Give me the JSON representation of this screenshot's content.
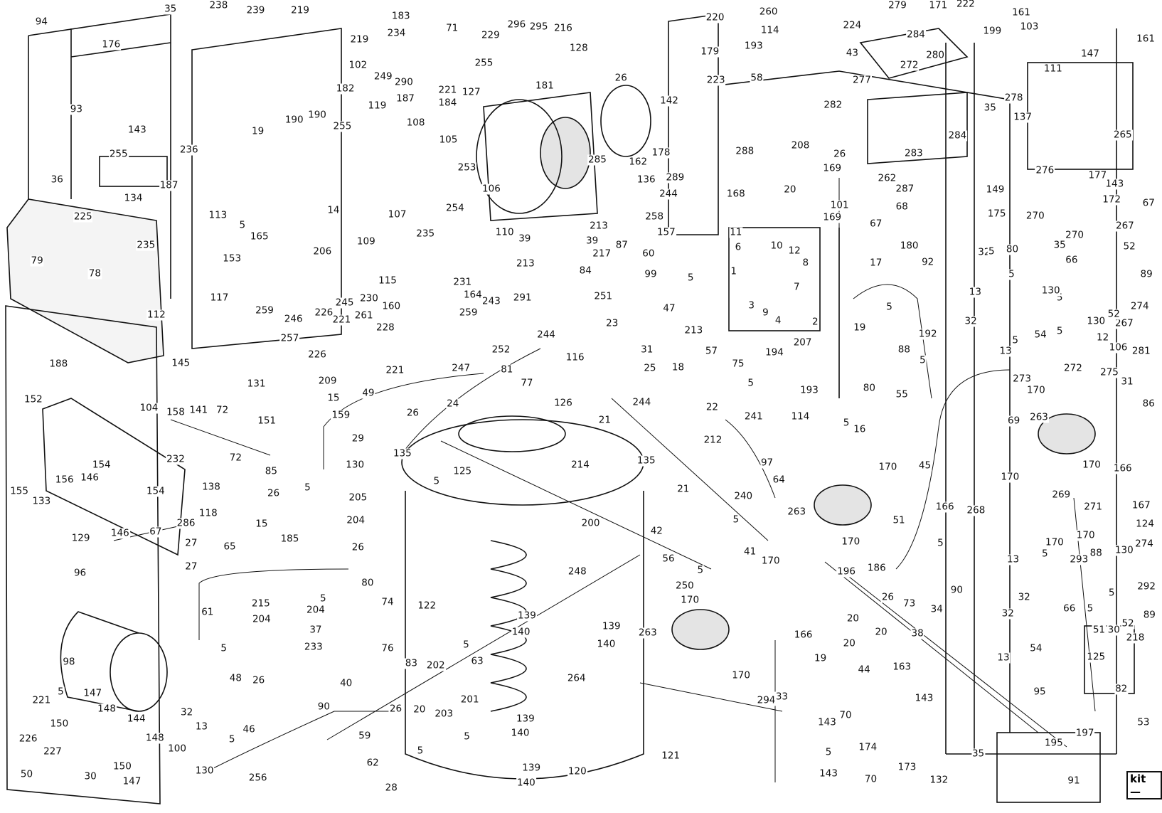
{
  "title_badge": "kit —",
  "labels": [
    "94",
    "35",
    "238",
    "239",
    "219",
    "219",
    "176",
    "93",
    "143",
    "255",
    "134",
    "187",
    "36",
    "225",
    "79",
    "78",
    "112",
    "113",
    "5",
    "235",
    "153",
    "165",
    "117",
    "259",
    "246",
    "206",
    "14",
    "109",
    "236",
    "19",
    "190",
    "190",
    "255",
    "182",
    "119",
    "108",
    "187",
    "249",
    "102",
    "234",
    "183",
    "71",
    "229",
    "296",
    "295",
    "216",
    "255",
    "290",
    "221",
    "184",
    "127",
    "128",
    "181",
    "105",
    "253",
    "254",
    "106",
    "107",
    "235",
    "110",
    "39",
    "39",
    "213",
    "217",
    "87",
    "84",
    "99",
    "164",
    "231",
    "291",
    "213",
    "115",
    "230",
    "245",
    "160",
    "261",
    "228",
    "221",
    "226",
    "257",
    "226",
    "221",
    "247",
    "81",
    "243",
    "252",
    "259",
    "244",
    "26",
    "142",
    "178",
    "162",
    "285",
    "179",
    "220",
    "136",
    "244",
    "258",
    "157",
    "60",
    "5",
    "47",
    "251",
    "23",
    "213",
    "31",
    "18",
    "57",
    "75",
    "116",
    "25",
    "244",
    "22",
    "212",
    "21",
    "135",
    "214",
    "126",
    "77",
    "24",
    "26",
    "29",
    "135",
    "125",
    "5",
    "130",
    "49",
    "5",
    "205",
    "204",
    "26",
    "185",
    "15",
    "118",
    "27",
    "65",
    "27",
    "200",
    "248",
    "139",
    "140",
    "139",
    "140",
    "122",
    "83",
    "202",
    "201",
    "203",
    "20",
    "26",
    "40",
    "59",
    "63",
    "5",
    "264",
    "139",
    "140",
    "139",
    "140",
    "120",
    "62",
    "5",
    "28",
    "5",
    "121",
    "42",
    "21",
    "56",
    "240",
    "97",
    "241",
    "64",
    "5",
    "41",
    "170",
    "5",
    "250",
    "170",
    "263",
    "166",
    "170",
    "294",
    "194",
    "193",
    "114",
    "5",
    "80",
    "5",
    "16",
    "55",
    "20",
    "208",
    "169",
    "26",
    "262",
    "101",
    "169",
    "67",
    "17",
    "88",
    "5",
    "207",
    "19",
    "5",
    "192",
    "273",
    "69",
    "170",
    "45",
    "166",
    "268",
    "263",
    "170",
    "51",
    "5",
    "196",
    "186",
    "20",
    "26",
    "73",
    "34",
    "38",
    "20",
    "90",
    "19",
    "20",
    "44",
    "163",
    "143",
    "33",
    "143",
    "70",
    "5",
    "174",
    "143",
    "70",
    "173",
    "35",
    "132",
    "95",
    "89",
    "292",
    "274",
    "130",
    "293",
    "88",
    "66",
    "5",
    "52",
    "5",
    "51",
    "30",
    "218",
    "125",
    "82",
    "32",
    "13",
    "54",
    "32",
    "13",
    "5",
    "53",
    "197",
    "195",
    "91",
    "124",
    "170",
    "170",
    "271",
    "269",
    "167",
    "166",
    "170",
    "170",
    "263",
    "86",
    "31",
    "170",
    "272",
    "106",
    "12",
    "281",
    "275",
    "267",
    "130",
    "52",
    "274",
    "5",
    "130",
    "5",
    "54",
    "5",
    "13",
    "32",
    "13",
    "32",
    "5",
    "80",
    "5",
    "66",
    "89",
    "52",
    "267",
    "67",
    "172",
    "143",
    "177",
    "175",
    "270",
    "270",
    "35",
    "276",
    "149",
    "278",
    "265",
    "137",
    "111",
    "147",
    "103",
    "161",
    "161",
    "199",
    "222",
    "171",
    "279",
    "284",
    "280",
    "272",
    "284",
    "283",
    "35",
    "277",
    "43",
    "224",
    "260",
    "114",
    "193",
    "58",
    "223",
    "282",
    "288",
    "289",
    "168",
    "287",
    "68",
    "180",
    "92",
    "11",
    "6",
    "1",
    "10",
    "12",
    "8",
    "3",
    "9",
    "4",
    "7",
    "2",
    "145",
    "131",
    "72",
    "151",
    "209",
    "15",
    "159",
    "85",
    "104",
    "158",
    "141",
    "232",
    "138",
    "72",
    "152",
    "188",
    "96",
    "155",
    "133",
    "156",
    "146",
    "154",
    "154",
    "129",
    "146",
    "67",
    "286",
    "98",
    "221",
    "5",
    "147",
    "150",
    "148",
    "144",
    "226",
    "227",
    "148",
    "100",
    "150",
    "147",
    "130",
    "30",
    "50",
    "256",
    "32",
    "13",
    "5",
    "46",
    "48",
    "26",
    "90",
    "61",
    "5",
    "215",
    "204",
    "233",
    "37",
    "204",
    "5",
    "80",
    "74",
    "76",
    "26"
  ]
}
